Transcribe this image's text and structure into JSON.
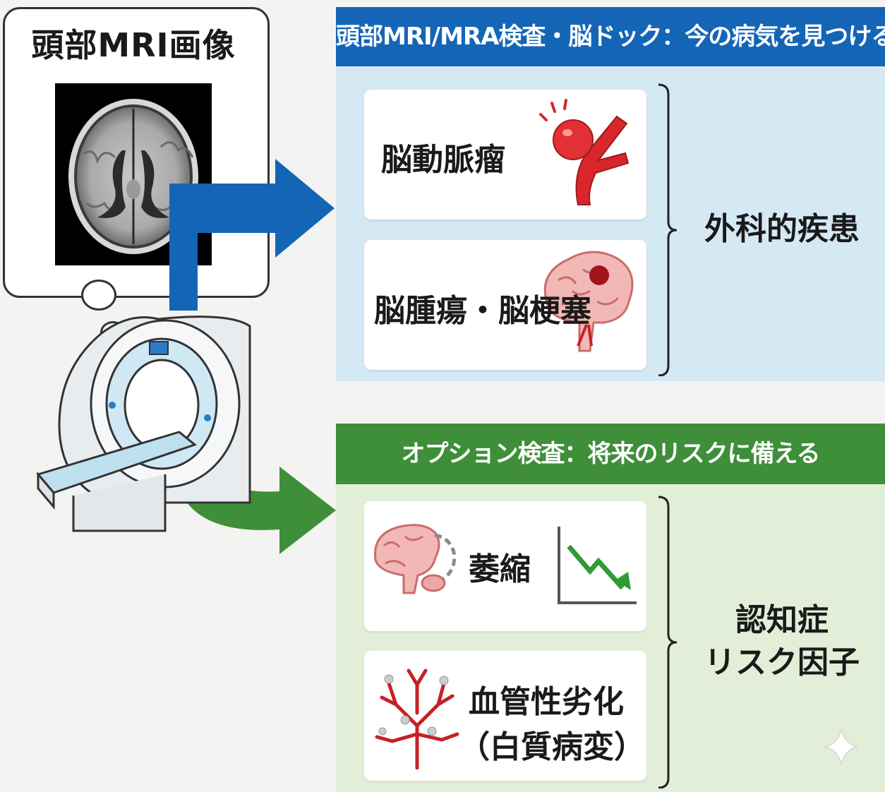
{
  "bubble": {
    "title": "頭部MRI画像"
  },
  "sections": {
    "current": {
      "header": "頭部MRI/MRA検査・脳ドック：今の病気を見つける",
      "color": "#1565b7",
      "items": [
        {
          "label": "脳動脈瘤",
          "icon": "aneurysm-icon"
        },
        {
          "label": "脳腫瘍・脳梗塞",
          "icon": "brain-lesion-icon"
        }
      ],
      "group_label": "外科的疾患"
    },
    "option": {
      "header": "オプション検査：将来のリスクに備える",
      "color": "#3f8e3a",
      "items": [
        {
          "label": "萎縮",
          "icon": "atrophy-brain-icon"
        },
        {
          "label_line1": "血管性劣化",
          "label_line2": "（白質病変）",
          "icon": "blood-vessel-icon"
        }
      ],
      "group_label_line1": "認知症",
      "group_label_line2": "リスク因子"
    }
  }
}
